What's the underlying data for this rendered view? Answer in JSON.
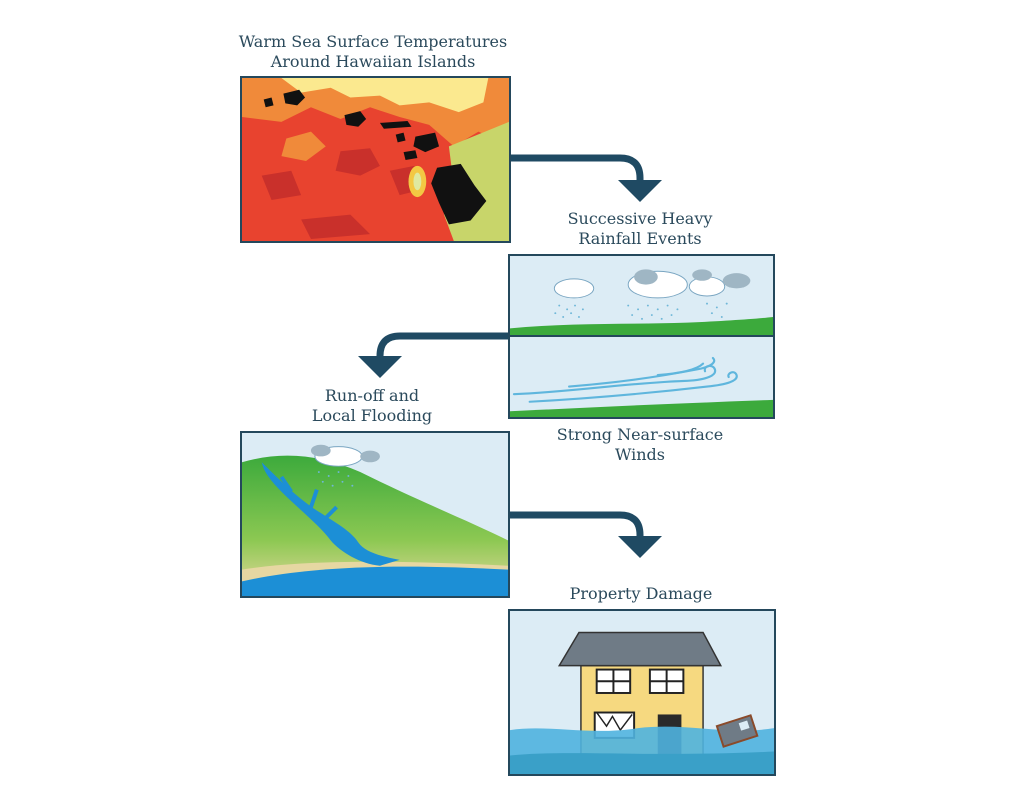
{
  "steps": [
    {
      "title_line1": "Warm Sea Surface Temperatures",
      "title_line2": "Around Hawaiian Islands"
    },
    {
      "title_line1": "Successive Heavy",
      "title_line2": "Rainfall Events"
    },
    {
      "title_line1": "Strong Near-surface",
      "title_line2": "Winds"
    },
    {
      "title_line1": "Run-off and",
      "title_line2": "Local Flooding"
    },
    {
      "title_line1": "Property Damage",
      "title_line2": ""
    }
  ],
  "colors": {
    "frame": "#24485c",
    "arrow": "#1f4a63",
    "caption": "#2b4a5c"
  }
}
